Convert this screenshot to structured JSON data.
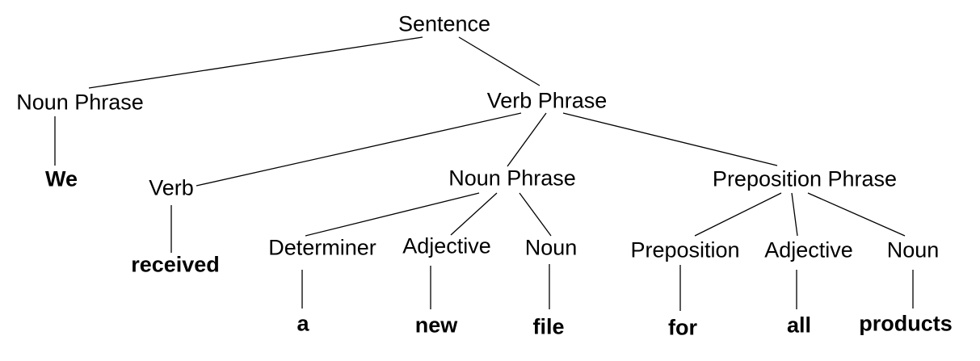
{
  "tree": {
    "root": "Sentence",
    "subject_phrase": "Noun Phrase",
    "subject_word": "We",
    "verb_phrase": "Verb Phrase",
    "verb": "Verb",
    "verb_word": "received",
    "object_phrase": "Noun Phrase",
    "determiner": "Determiner",
    "determiner_word": "a",
    "object_adjective": "Adjective",
    "object_adjective_word": "new",
    "object_noun": "Noun",
    "object_noun_word": "file",
    "prep_phrase": "Preposition Phrase",
    "preposition": "Preposition",
    "preposition_word": "for",
    "prep_adjective": "Adjective",
    "prep_adjective_word": "all",
    "prep_noun": "Noun",
    "prep_noun_word": "products"
  },
  "colors": {
    "text": "#000000",
    "lines": "#000000",
    "background": "#ffffff"
  }
}
